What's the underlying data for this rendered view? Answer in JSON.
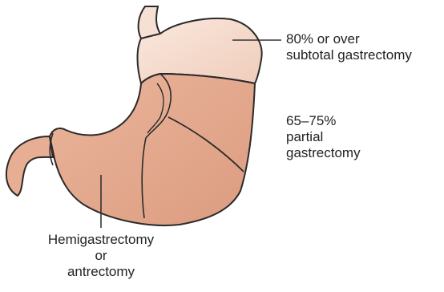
{
  "labels": {
    "subtotal": [
      "80% or over",
      "subtotal gastrectomy"
    ],
    "partial": [
      "65–75%",
      "partial",
      "gastrectomy"
    ],
    "hemi": [
      "Hemigastrectomy",
      "or",
      "antrectomy"
    ]
  },
  "colors": {
    "fundus_fill": "#f5dccf",
    "body_fill": "#e7ad92",
    "antrum_fill": "#e9b39a",
    "duodenum_fill": "#e8ae93",
    "esophagus_fill": "#f6e0d4",
    "outline": "#2a2a2a",
    "leader": "#333333"
  }
}
